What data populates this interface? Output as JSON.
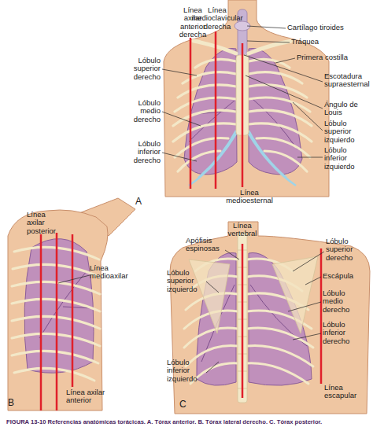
{
  "diagram": {
    "caption": "FIGURA 13-10 Referencias anatómicas torácicas. A. Tórax anterior. B. Tórax lateral derecho. C. Tórax posterior.",
    "labels": [
      "Línea axilar anterior derecha",
      "Línea medioclavicular derecha",
      "Cartílago tiroides",
      "Tráquea",
      "Primera costilla",
      "Lóbulo superior derecho",
      "Escotadura supraesternal",
      "Ángulo de Louis",
      "Lóbulo medio derecho",
      "Lóbulo superior izquierdo",
      "Lóbulo inferior derecho",
      "Lóbulo inferior izquierdo",
      "Línea medioesternal",
      "A",
      "Línea axilar posterior",
      "Línea medioaxilar",
      "Línea axilar anterior",
      "B",
      "Línea vertebral",
      "Apófisis espinosas",
      "Lóbulo superior derecho",
      "Lóbulo superior izquierdo",
      "Escápula",
      "Lóbulo medio derecho",
      "Lóbulo inferior derecho",
      "Lóbulo inferior izquierdo",
      "Línea escapular",
      "C"
    ]
  }
}
